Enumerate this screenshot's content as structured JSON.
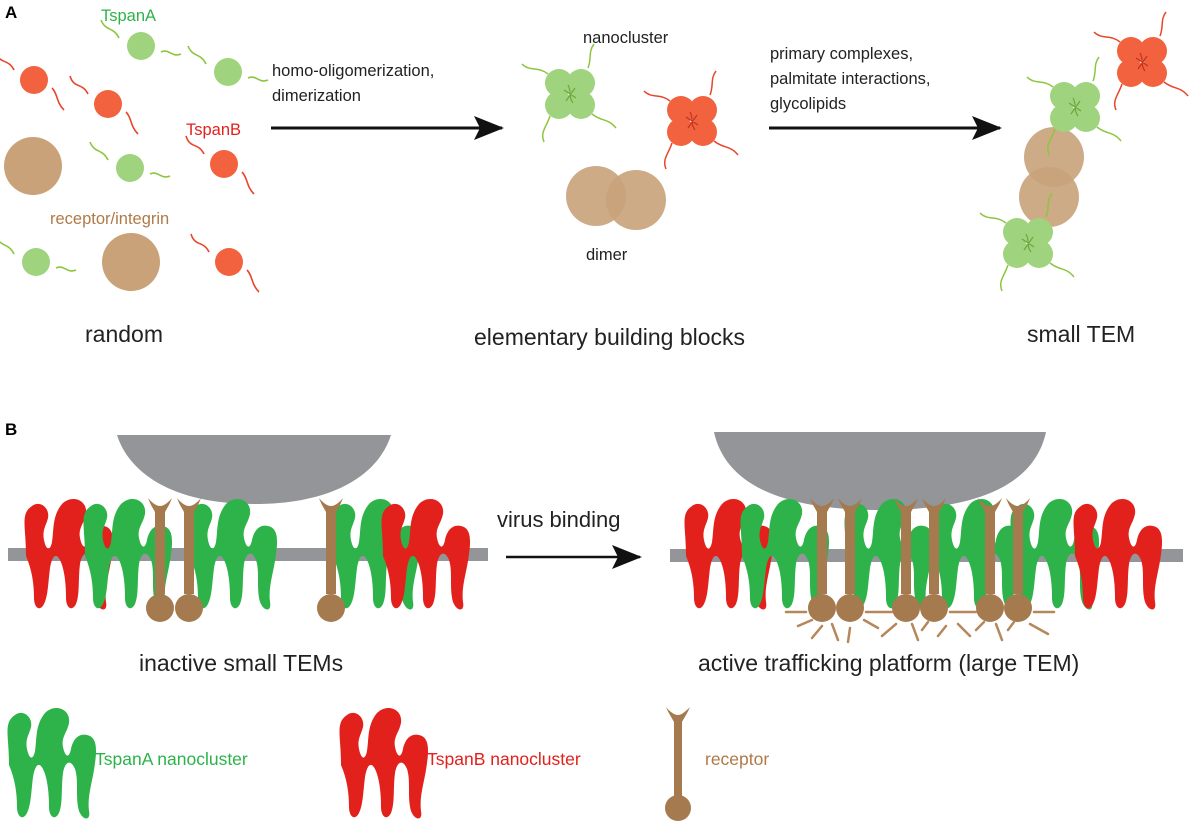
{
  "panel_a": {
    "letter": "A",
    "labels": {
      "tspan_a": "TspanA",
      "tspan_b": "TspanB",
      "receptor_integrin": "receptor/integrin",
      "nanocluster": "nanocluster",
      "dimer": "dimer"
    },
    "arrows": {
      "first_line1": "homo-oligomerization,",
      "first_line2": "dimerization",
      "second_line1": "primary complexes,",
      "second_line2": "palmitate interactions,",
      "second_line3": "glycolipids"
    },
    "stages": {
      "random": "random",
      "building_blocks": "elementary building blocks",
      "small_tem": "small TEM"
    }
  },
  "panel_b": {
    "letter": "B",
    "arrow_label": "virus binding",
    "left_caption": "inactive small TEMs",
    "right_caption": "active trafficking platform (large TEM)"
  },
  "legend": {
    "tspan_a": "TspanA nanocluster",
    "tspan_b": "TspanB nanocluster",
    "receptor": "receptor"
  },
  "colors": {
    "green_light": "#9fd37e",
    "red_light": "#f2623e",
    "tan": "#c9a27a",
    "tspan_a_green": "#2db34a",
    "tspan_b_red": "#e3211c",
    "receptor_brown": "#a57a4e",
    "virus_gray": "#939598",
    "membrane_gray": "#939598"
  }
}
